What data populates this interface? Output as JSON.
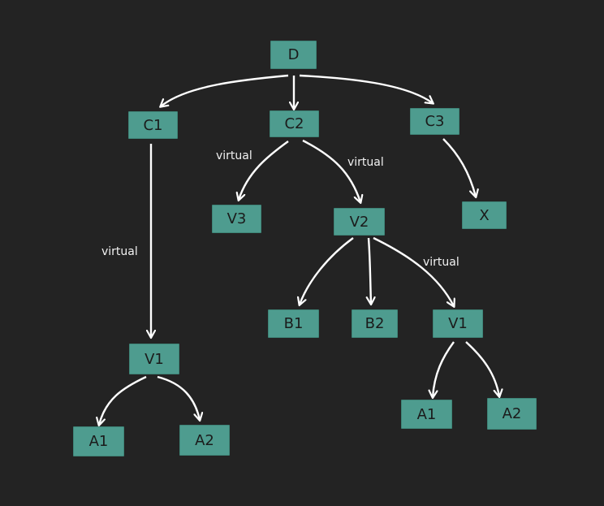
{
  "nodes": {
    "D": {
      "label": "D"
    },
    "C1": {
      "label": "C1"
    },
    "C2": {
      "label": "C2"
    },
    "C3": {
      "label": "C3"
    },
    "V3": {
      "label": "V3"
    },
    "V2": {
      "label": "V2"
    },
    "X": {
      "label": "X"
    },
    "V1_left": {
      "label": "V1"
    },
    "B1": {
      "label": "B1"
    },
    "B2": {
      "label": "B2"
    },
    "V1_right": {
      "label": "V1"
    },
    "A1_left": {
      "label": "A1"
    },
    "A2_left": {
      "label": "A2"
    },
    "A1_right": {
      "label": "A1"
    },
    "A2_right": {
      "label": "A2"
    }
  },
  "edges": [
    {
      "from": "D",
      "to": "C1",
      "label": ""
    },
    {
      "from": "D",
      "to": "C2",
      "label": ""
    },
    {
      "from": "D",
      "to": "C3",
      "label": ""
    },
    {
      "from": "C1",
      "to": "V1_left",
      "label": "virtual"
    },
    {
      "from": "C2",
      "to": "V3",
      "label": "virtual"
    },
    {
      "from": "C2",
      "to": "V2",
      "label": "virtual"
    },
    {
      "from": "C3",
      "to": "X",
      "label": ""
    },
    {
      "from": "V2",
      "to": "B1",
      "label": ""
    },
    {
      "from": "V2",
      "to": "B2",
      "label": ""
    },
    {
      "from": "V2",
      "to": "V1_right",
      "label": "virtual"
    },
    {
      "from": "V1_left",
      "to": "A1_left",
      "label": ""
    },
    {
      "from": "V1_left",
      "to": "A2_left",
      "label": ""
    },
    {
      "from": "V1_right",
      "to": "A1_right",
      "label": ""
    },
    {
      "from": "V1_right",
      "to": "A2_right",
      "label": ""
    }
  ],
  "colors": {
    "background": "#232323",
    "node_fill": "#4e9c8f",
    "node_text": "#1b1b1b",
    "edge": "#ffffff",
    "label_text": "#f2f2f2"
  }
}
